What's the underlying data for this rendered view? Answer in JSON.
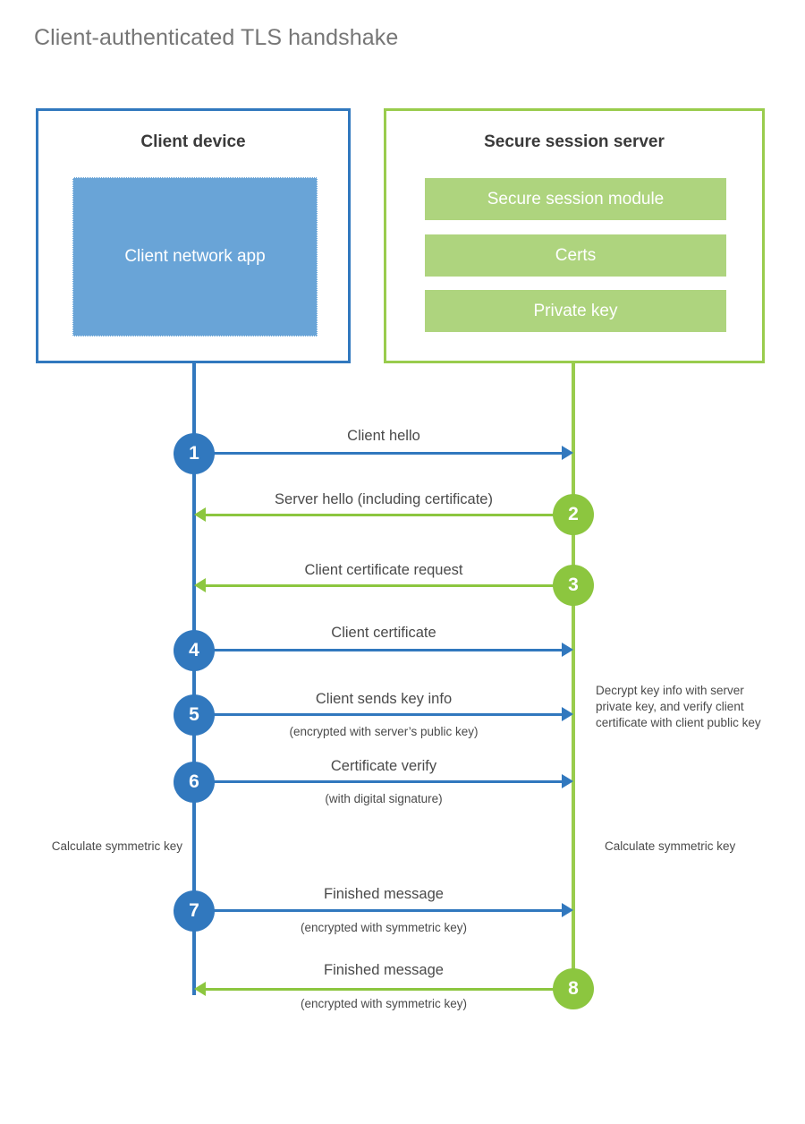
{
  "title": "Client-authenticated TLS handshake",
  "colors": {
    "client_blue": "#3178be",
    "client_app_fill": "#69a4d7",
    "server_green": "#99cc4d",
    "server_bar_fill": "#aed47e",
    "arrow_green": "#8cc63f",
    "text_gray": "#4a4a4a",
    "title_gray": "#767676"
  },
  "actors": {
    "client": {
      "title": "Client device",
      "app_label": "Client network app"
    },
    "server": {
      "title": "Secure session server",
      "modules": [
        "Secure session module",
        "Certs",
        "Private key"
      ]
    }
  },
  "steps": [
    {
      "number": "1",
      "label": "Client hello",
      "sub": "",
      "direction": "client-to-server",
      "color": "blue"
    },
    {
      "number": "2",
      "label": "Server hello (including certificate)",
      "sub": "",
      "direction": "server-to-client",
      "color": "green"
    },
    {
      "number": "3",
      "label": "Client certificate request",
      "sub": "",
      "direction": "server-to-client",
      "color": "green"
    },
    {
      "number": "4",
      "label": "Client certificate",
      "sub": "",
      "direction": "client-to-server",
      "color": "blue"
    },
    {
      "number": "5",
      "label": "Client sends key info",
      "sub": "(encrypted with server’s public key)",
      "direction": "client-to-server",
      "color": "blue"
    },
    {
      "number": "6",
      "label": "Certificate verify",
      "sub": "(with digital signature)",
      "direction": "client-to-server",
      "color": "blue"
    },
    {
      "number": "7",
      "label": "Finished message",
      "sub": "(encrypted with symmetric key)",
      "direction": "client-to-server",
      "color": "blue"
    },
    {
      "number": "8",
      "label": "Finished message",
      "sub": "(encrypted with symmetric key)",
      "direction": "server-to-client",
      "color": "green"
    }
  ],
  "annotations": {
    "server_decrypt": "Decrypt key info with server private key, and verify client certificate with client public key",
    "client_calculate": "Calculate symmetric key",
    "server_calculate": "Calculate symmetric key"
  }
}
